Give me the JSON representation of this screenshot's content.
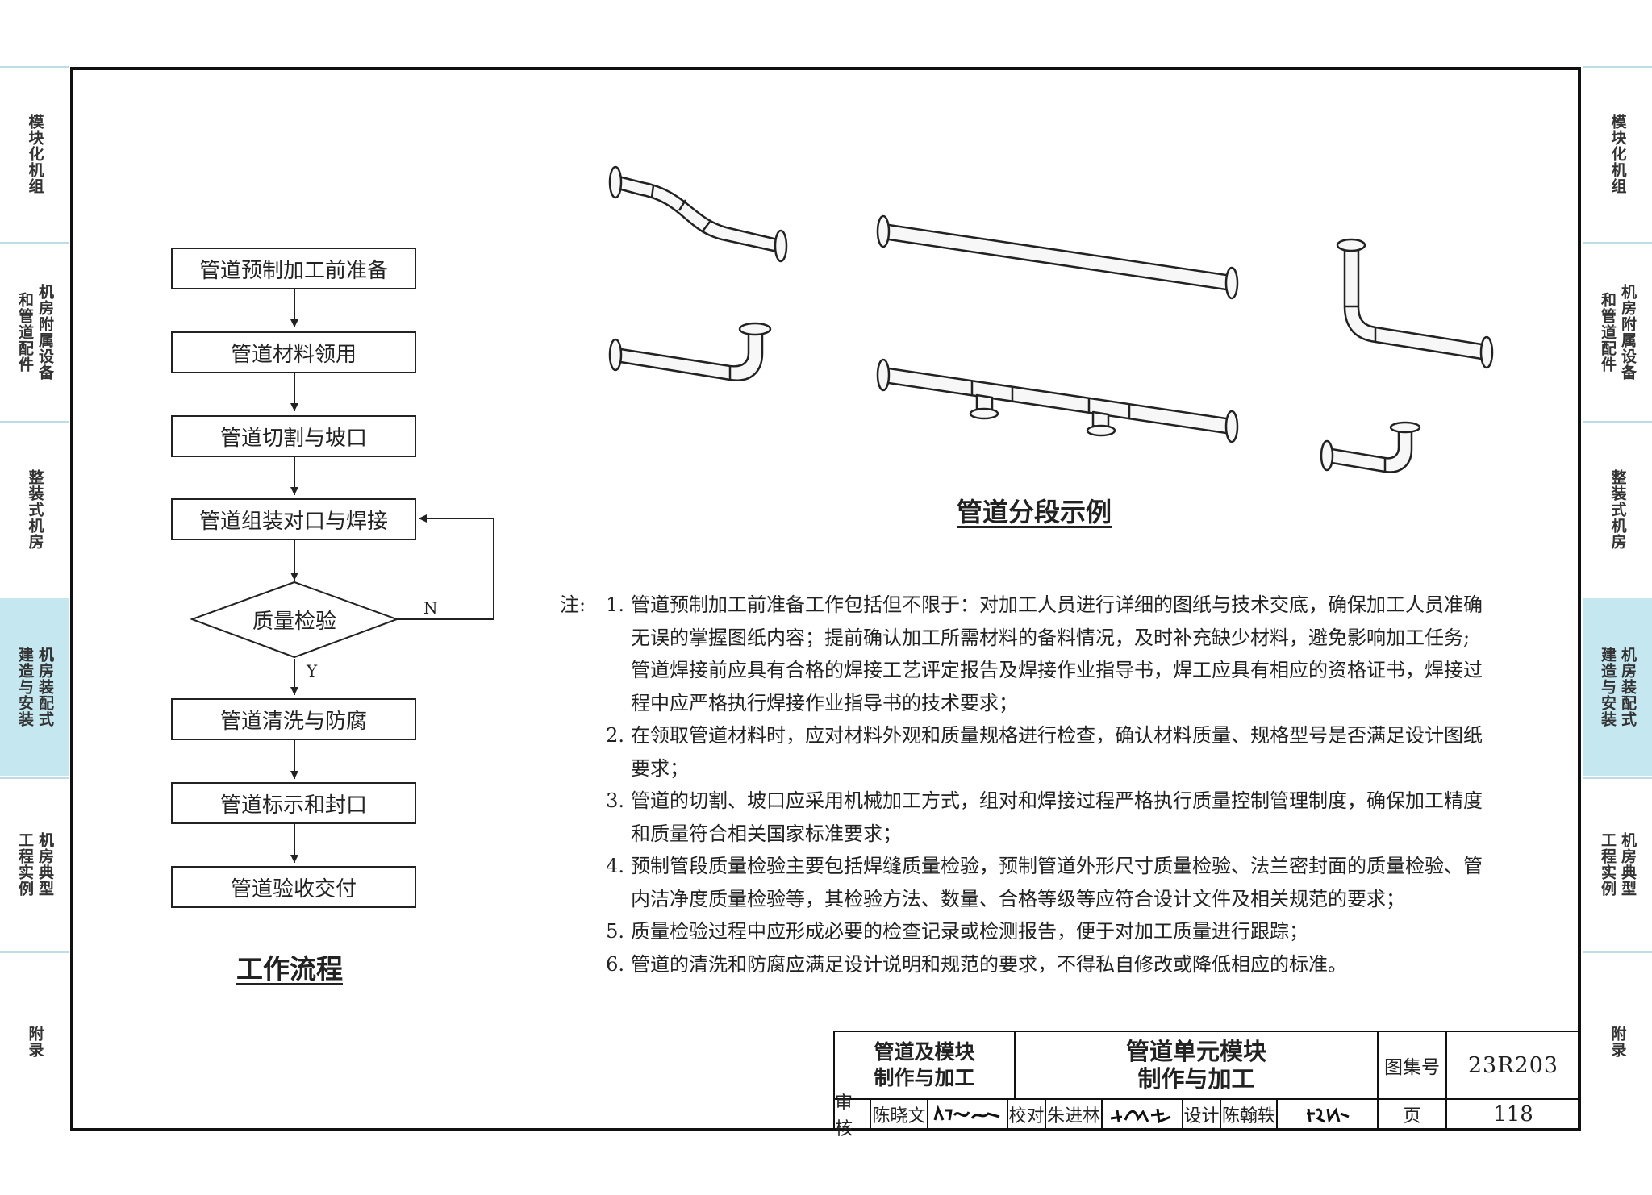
{
  "side_tabs": {
    "left": [
      {
        "cols": [
          "模块化机组"
        ],
        "active": false
      },
      {
        "cols": [
          "机房附属设备",
          "和管道配件"
        ],
        "active": false
      },
      {
        "cols": [
          "整装式机房"
        ],
        "active": false
      },
      {
        "cols": [
          "机房装配式",
          "建造与安装"
        ],
        "active": true
      },
      {
        "cols": [
          "机房典型",
          "工程实例"
        ],
        "active": false
      },
      {
        "cols": [
          "附录"
        ],
        "active": false
      }
    ],
    "right": [
      {
        "cols": [
          "模块化机组"
        ],
        "active": false
      },
      {
        "cols": [
          "机房附属设备",
          "和管道配件"
        ],
        "active": false
      },
      {
        "cols": [
          "整装式机房"
        ],
        "active": false
      },
      {
        "cols": [
          "机房装配式",
          "建造与安装"
        ],
        "active": true
      },
      {
        "cols": [
          "机房典型",
          "工程实例"
        ],
        "active": false
      },
      {
        "cols": [
          "附录"
        ],
        "active": false
      }
    ]
  },
  "flowchart": {
    "title": "工作流程",
    "steps": [
      "管道预制加工前准备",
      "管道材料领用",
      "管道切割与坡口",
      "管道组装对口与焊接"
    ],
    "decision": "质量检验",
    "yes_label": "Y",
    "no_label": "N",
    "steps_after": [
      "管道清洗与防腐",
      "管道标示和封口",
      "管道验收交付"
    ]
  },
  "pipe_examples": {
    "title": "管道分段示例"
  },
  "notes": {
    "prefix": "注:",
    "items": [
      {
        "num": "1.",
        "text": "管道预制加工前准备工作包括但不限于：对加工人员进行详细的图纸与技术交底，确保加工人员准确无误的掌握图纸内容；提前确认加工所需材料的备料情况，及时补充缺少材料，避免影响加工任务;管道焊接前应具有合格的焊接工艺评定报告及焊接作业指导书，焊工应具有相应的资格证书，焊接过程中应严格执行焊接作业指导书的技术要求；"
      },
      {
        "num": "2.",
        "text": "在领取管道材料时，应对材料外观和质量规格进行检查，确认材料质量、规格型号是否满足设计图纸要求；"
      },
      {
        "num": "3.",
        "text": "管道的切割、坡口应采用机械加工方式，组对和焊接过程严格执行质量控制管理制度，确保加工精度和质量符合相关国家标准要求；"
      },
      {
        "num": "4.",
        "text": "预制管段质量检验主要包括焊缝质量检验，预制管道外形尺寸质量检验、法兰密封面的质量检验、管内洁净度质量检验等，其检验方法、数量、合格等级等应符合设计文件及相关规范的要求；"
      },
      {
        "num": "5.",
        "text": "质量检验过程中应形成必要的检查记录或检测报告，便于对加工质量进行跟踪；"
      },
      {
        "num": "6.",
        "text": "管道的清洗和防腐应满足设计说明和规范的要求，不得私自修改或降低相应的标准。"
      }
    ]
  },
  "title_block": {
    "section_line1": "管道及模块",
    "section_line2": "制作与加工",
    "drawing_line1": "管道单元模块",
    "drawing_line2": "制作与加工",
    "atlas_label": "图集号",
    "atlas_no": "23R203",
    "review_label": "审核",
    "reviewer": "陈晓文",
    "check_label": "校对",
    "checker": "朱进林",
    "design_label": "设计",
    "designer": "陈翰轶",
    "page_label": "页",
    "page_no": "118"
  },
  "colors": {
    "active_tab": "#c5e7ef",
    "tab_line": "#bcdde6",
    "pipe_fill": "#f7f7f7",
    "stroke": "#222222"
  }
}
